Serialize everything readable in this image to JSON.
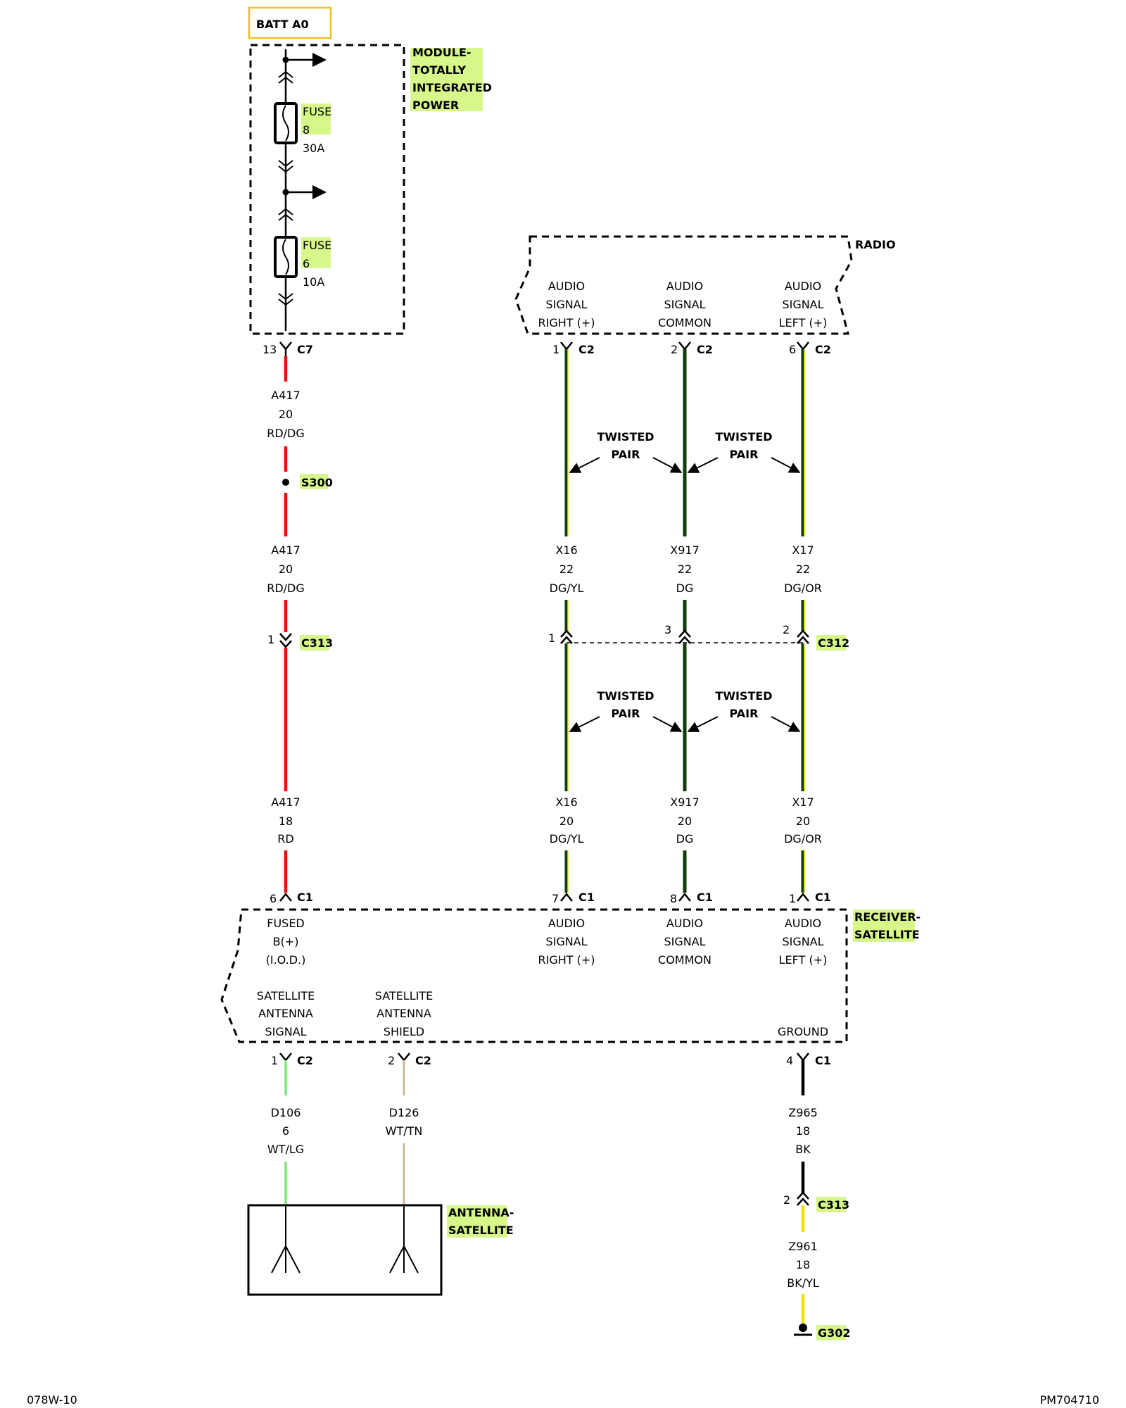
{
  "batt_label": "BATT A0",
  "tipm": {
    "name_lines": [
      "MODULE-",
      "TOTALLY",
      "INTEGRATED",
      "POWER"
    ],
    "fuse8": [
      "FUSE",
      "8",
      "30A"
    ],
    "fuse6": [
      "FUSE",
      "6",
      "10A"
    ]
  },
  "radio": {
    "name": "RADIO",
    "pins": [
      [
        "AUDIO",
        "SIGNAL",
        "RIGHT (+)"
      ],
      [
        "AUDIO",
        "SIGNAL",
        "COMMON"
      ],
      [
        "AUDIO",
        "SIGNAL",
        "LEFT (+)"
      ]
    ]
  },
  "power": {
    "c7_pin": "13",
    "c7_name": "C7",
    "seg1": [
      "A417",
      "20",
      "RD/DG"
    ],
    "splice": "S300",
    "seg2": [
      "A417",
      "20",
      "RD/DG"
    ],
    "c313_pin": "1",
    "c313_name": "C313",
    "seg3": [
      "A417",
      "18",
      "RD"
    ],
    "c1_pin": "6",
    "c1_name": "C1"
  },
  "audio": {
    "c2_pins": [
      "1",
      "2",
      "6"
    ],
    "c2_name": "C2",
    "upper": [
      [
        "X16",
        "22",
        "DG/YL"
      ],
      [
        "X917",
        "22",
        "DG"
      ],
      [
        "X17",
        "22",
        "DG/OR"
      ]
    ],
    "c312_pins": [
      "1",
      "3",
      "2"
    ],
    "c312_name": "C312",
    "lower": [
      [
        "X16",
        "20",
        "DG/YL"
      ],
      [
        "X917",
        "20",
        "DG"
      ],
      [
        "X17",
        "20",
        "DG/OR"
      ]
    ],
    "c1_pins": [
      "7",
      "8",
      "1"
    ],
    "c1_name": "C1",
    "twisted": [
      "TWISTED",
      "PAIR"
    ]
  },
  "receiver": {
    "name_lines": [
      "RECEIVER-",
      "SATELLITE"
    ],
    "fused": [
      "FUSED",
      "B(+)",
      "(I.O.D.)"
    ],
    "audio_pins": [
      [
        "AUDIO",
        "SIGNAL",
        "RIGHT (+)"
      ],
      [
        "AUDIO",
        "SIGNAL",
        "COMMON"
      ],
      [
        "AUDIO",
        "SIGNAL",
        "LEFT (+)"
      ]
    ],
    "sat_signal": [
      "SATELLITE",
      "ANTENNA",
      "SIGNAL"
    ],
    "sat_shield": [
      "SATELLITE",
      "ANTENNA",
      "SHIELD"
    ],
    "ground": "GROUND"
  },
  "antenna": {
    "name_lines": [
      "ANTENNA-",
      "SATELLITE"
    ],
    "sig_pin": "1",
    "shield_pin": "2",
    "conn": "C2",
    "sig_wire": [
      "D106",
      "6",
      "WT/LG"
    ],
    "shield_wire": [
      "D126",
      "WT/TN"
    ]
  },
  "ground": {
    "c1_pin": "4",
    "c1_name": "C1",
    "seg1": [
      "Z965",
      "18",
      "BK"
    ],
    "c313_pin": "2",
    "c313_name": "C313",
    "seg2": [
      "Z961",
      "18",
      "BK/YL"
    ],
    "g_name": "G302"
  },
  "footer": {
    "left": "078W-10",
    "right": "PM704710"
  },
  "colors": {
    "red": "#e8100c",
    "green": "#0e3b06",
    "yellow": "#f3e100",
    "lightgreen": "#6fe36a",
    "tan": "#c8b89a",
    "black": "#000000",
    "highlight": "#d7f78a"
  }
}
